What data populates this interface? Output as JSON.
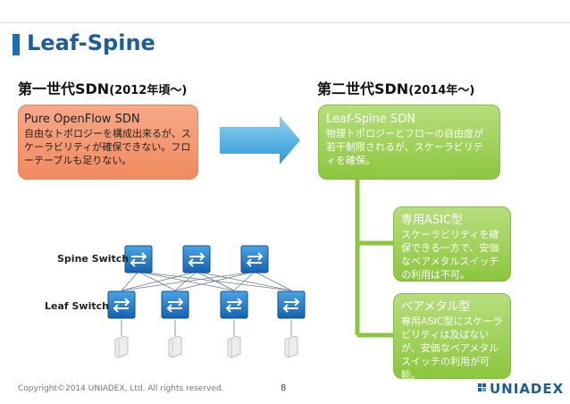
{
  "slide": {
    "title": "Leaf-Spine",
    "gen1_heading": "第一世代SDN",
    "gen1_year": "(2012年頃～)",
    "gen2_heading": "第二世代SDN",
    "gen2_year": "(2014年～)",
    "box_gen1": {
      "title": "Pure OpenFlow SDN",
      "body": "自由なトポロジーを構成出来るが、スケーラビリティが確保できない。フローテーブルも足りない。"
    },
    "box_gen2": {
      "title": "Leaf-Spine SDN",
      "body": "物理トポロジーとフローの自由度が若干制限されるが、スケーラビリティを確保。"
    },
    "box_asic": {
      "title": "専用ASIC型",
      "body": "スケーラビリティを確保できる一方で、安価なベアメタルスイッチの利用は不可。"
    },
    "box_baremetal": {
      "title": "ベアメタル型",
      "body": "専用ASIC型にスケーラビリティは及ばないが、安価なベアメタルスイッチの利用が可能。"
    },
    "diagram": {
      "spine_label": "Spine Switch",
      "leaf_label": "Leaf Switch"
    },
    "footer": {
      "copyright": "Copyright©2014 UNIADEX, Ltd. All rights reserved.",
      "page_number": "8",
      "logo_text": "UNIADEX"
    },
    "colors": {
      "title_blue": "#1c5d9c",
      "orange_box": "#f08b5f",
      "green_box": "#8cc63f",
      "arrow_blue": "#3aa6e0",
      "switch_blue": "#1f7fd0"
    }
  }
}
